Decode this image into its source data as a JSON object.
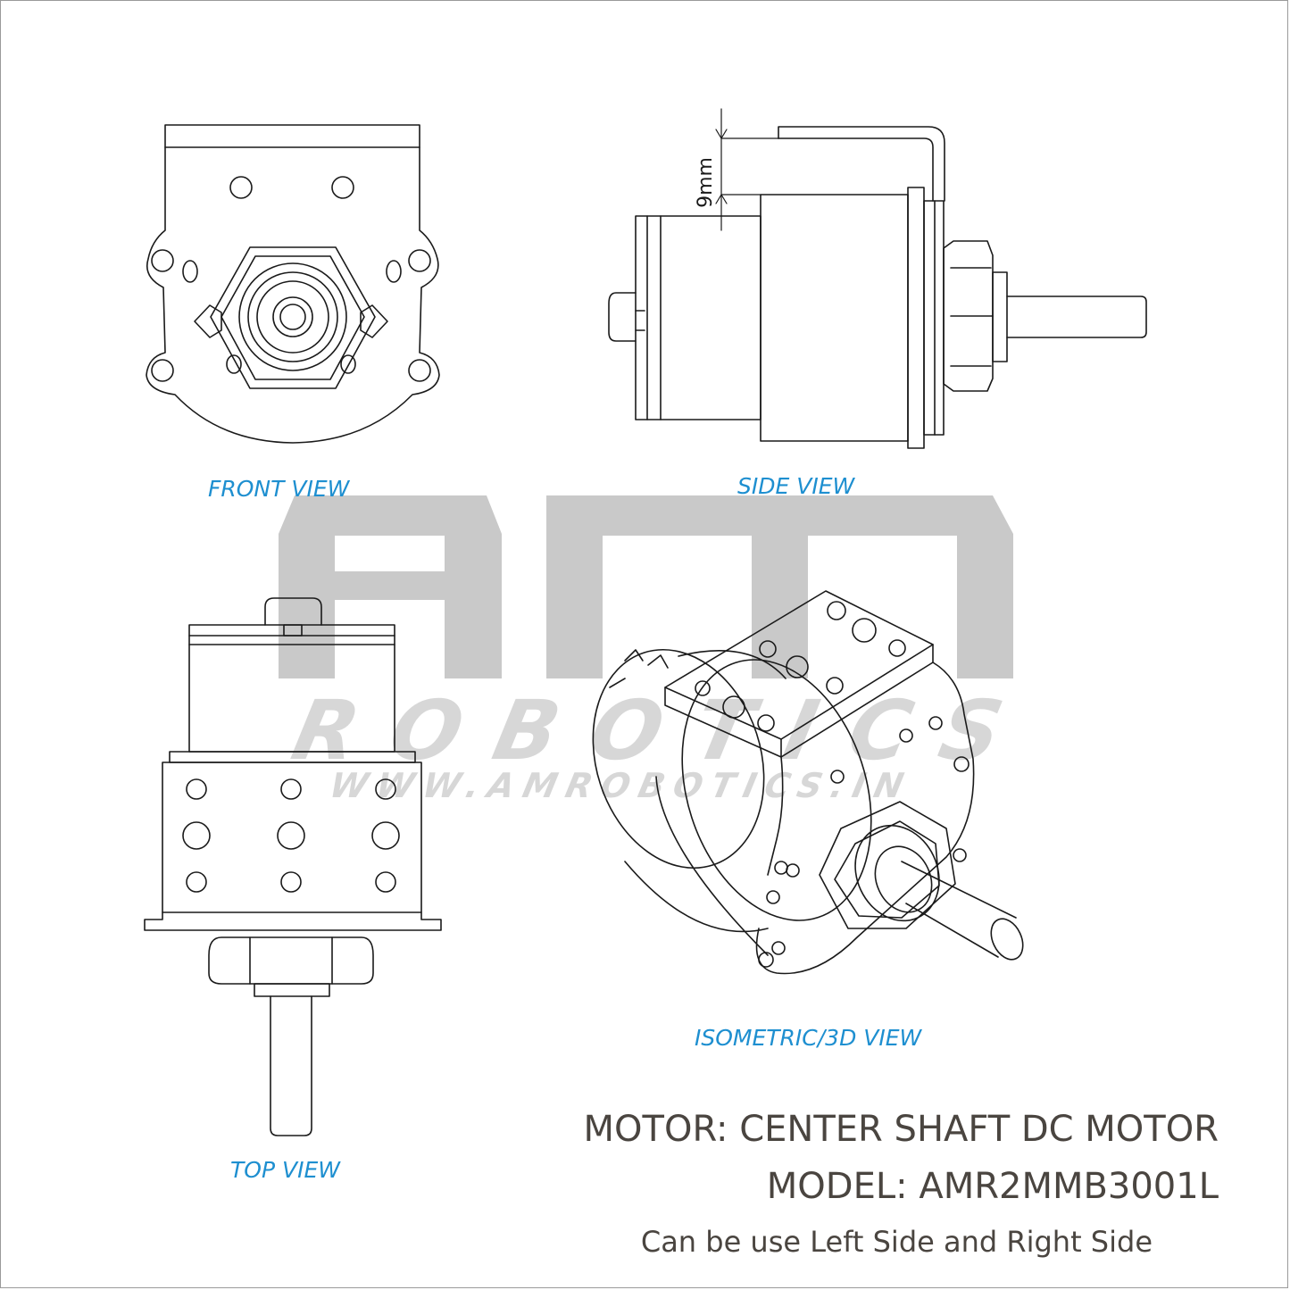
{
  "watermark": {
    "logo": "AM",
    "brand": "ROBOTICS",
    "website": "WWW.AMROBOTICS.IN"
  },
  "views": {
    "front": "FRONT VIEW",
    "side": "SIDE VIEW",
    "top": "TOP VIEW",
    "isometric": "ISOMETRIC/3D VIEW"
  },
  "dimension": {
    "flange_offset": "9mm"
  },
  "spec": {
    "motor_line": "MOTOR: CENTER SHAFT DC MOTOR",
    "model_line": "MODEL: AMR2MMB3001L",
    "note": "Can be use Left Side and Right Side"
  },
  "colors": {
    "label_blue": "#1e8fd0",
    "spec_text": "#4a4540",
    "watermark_grey": "#c9c9c9",
    "line": "#1a1a1a"
  }
}
